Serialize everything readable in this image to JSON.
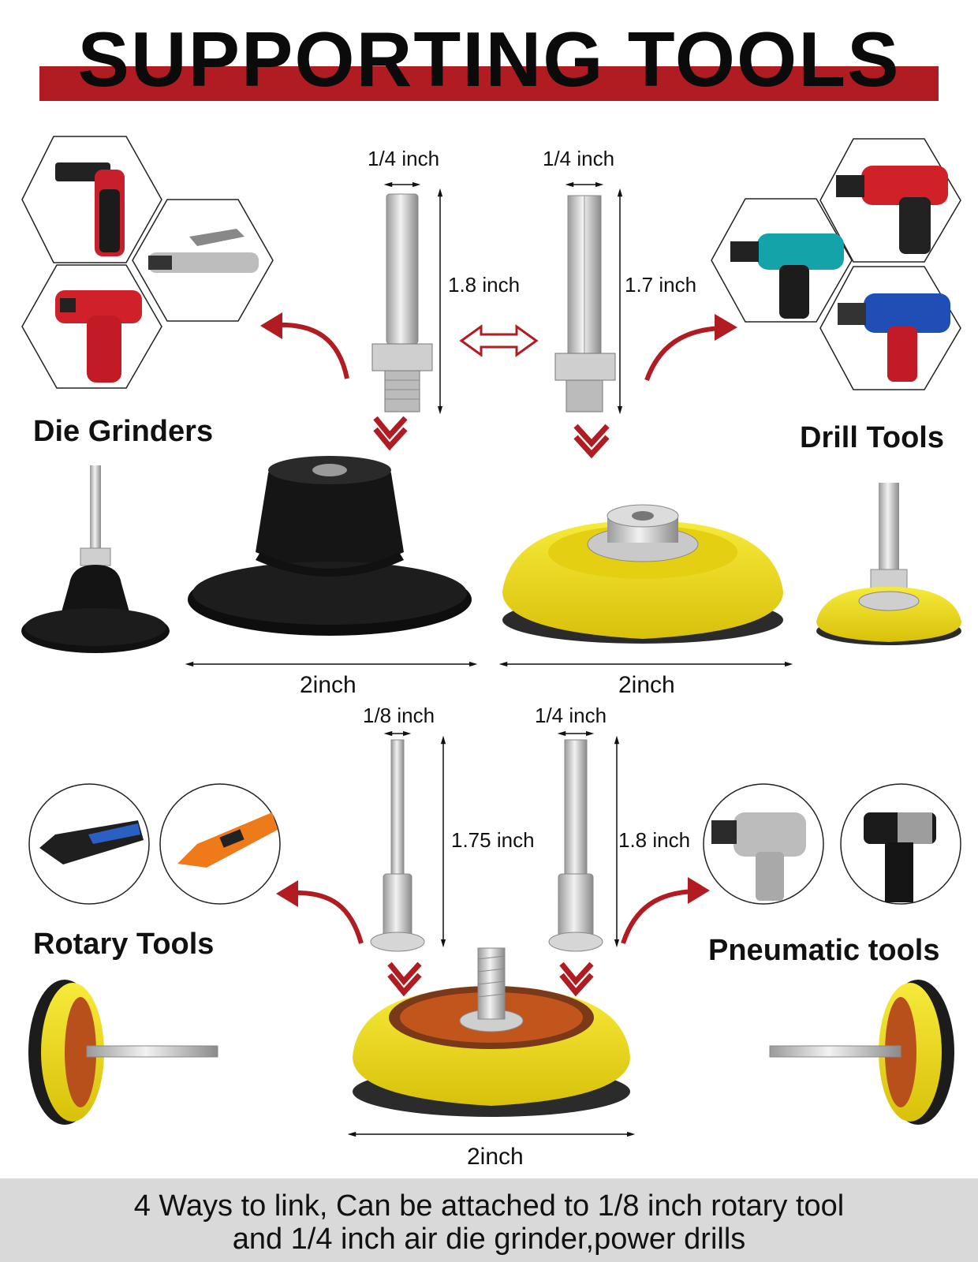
{
  "title": "SUPPORTING TOOLS",
  "categories": {
    "die_grinders": "Die Grinders",
    "drill_tools": "Drill Tools",
    "rotary_tools": "Rotary Tools",
    "pneumatic_tools": "Pneumatic tools"
  },
  "dimensions": {
    "shank1_width": "1/4 inch",
    "shank1_length": "1.8 inch",
    "shank2_width": "1/4 inch",
    "shank2_length": "1.7 inch",
    "pad1_diameter": "2inch",
    "pad2_diameter": "2inch",
    "shank3_width": "1/8 inch",
    "shank3_length": "1.75 inch",
    "shank4_width": "1/4 inch",
    "shank4_length": "1.8 inch",
    "pad3_diameter": "2inch"
  },
  "footer": {
    "line1": "4 Ways to link, Can be attached to 1/8 inch rotary tool",
    "line2": "and 1/4 inch air die grinder,power drills"
  },
  "colors": {
    "accent_red": "#b11b22",
    "pad_yellow": "#f2e01c",
    "rubber_black": "#111111",
    "footer_gray": "#d9d9d9"
  }
}
